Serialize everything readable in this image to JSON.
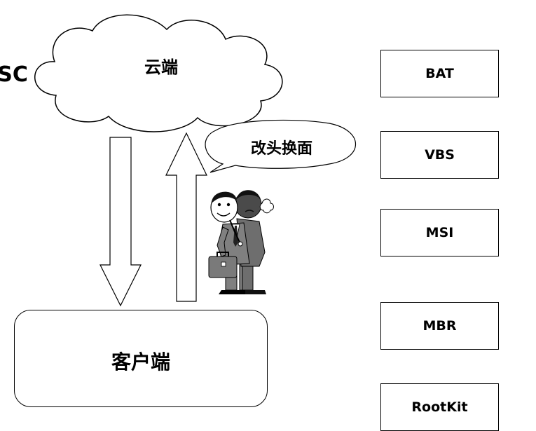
{
  "cut_text": "SSC",
  "cloud": {
    "label": "云端"
  },
  "speech_bubble": {
    "label": "改头换面"
  },
  "client": {
    "label": "客户端"
  },
  "file_types": [
    {
      "label": "BAT"
    },
    {
      "label": "VBS"
    },
    {
      "label": "MSI"
    },
    {
      "label": "MBR"
    },
    {
      "label": "RootKit"
    }
  ],
  "colors": {
    "outline": "#000000",
    "background": "#ffffff",
    "figure_suit": "#808080",
    "figure_dark_face": "#4a4a4a"
  },
  "icons": {
    "down_arrow": "down-arrow-icon",
    "up_arrow": "up-arrow-icon",
    "figure": "disguised-businessman-icon"
  }
}
